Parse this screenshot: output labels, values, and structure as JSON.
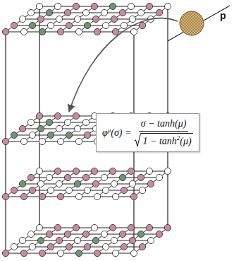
{
  "diagram": {
    "nodes": [
      {
        "text": [
          "φ",
          "μ",
          "(σ) =",
          "σ − tanh(μ)",
          "1 − tanh",
          "2",
          "(μ)"
        ]
      }
    ],
    "labels": [
      "p"
    ]
  }
}
